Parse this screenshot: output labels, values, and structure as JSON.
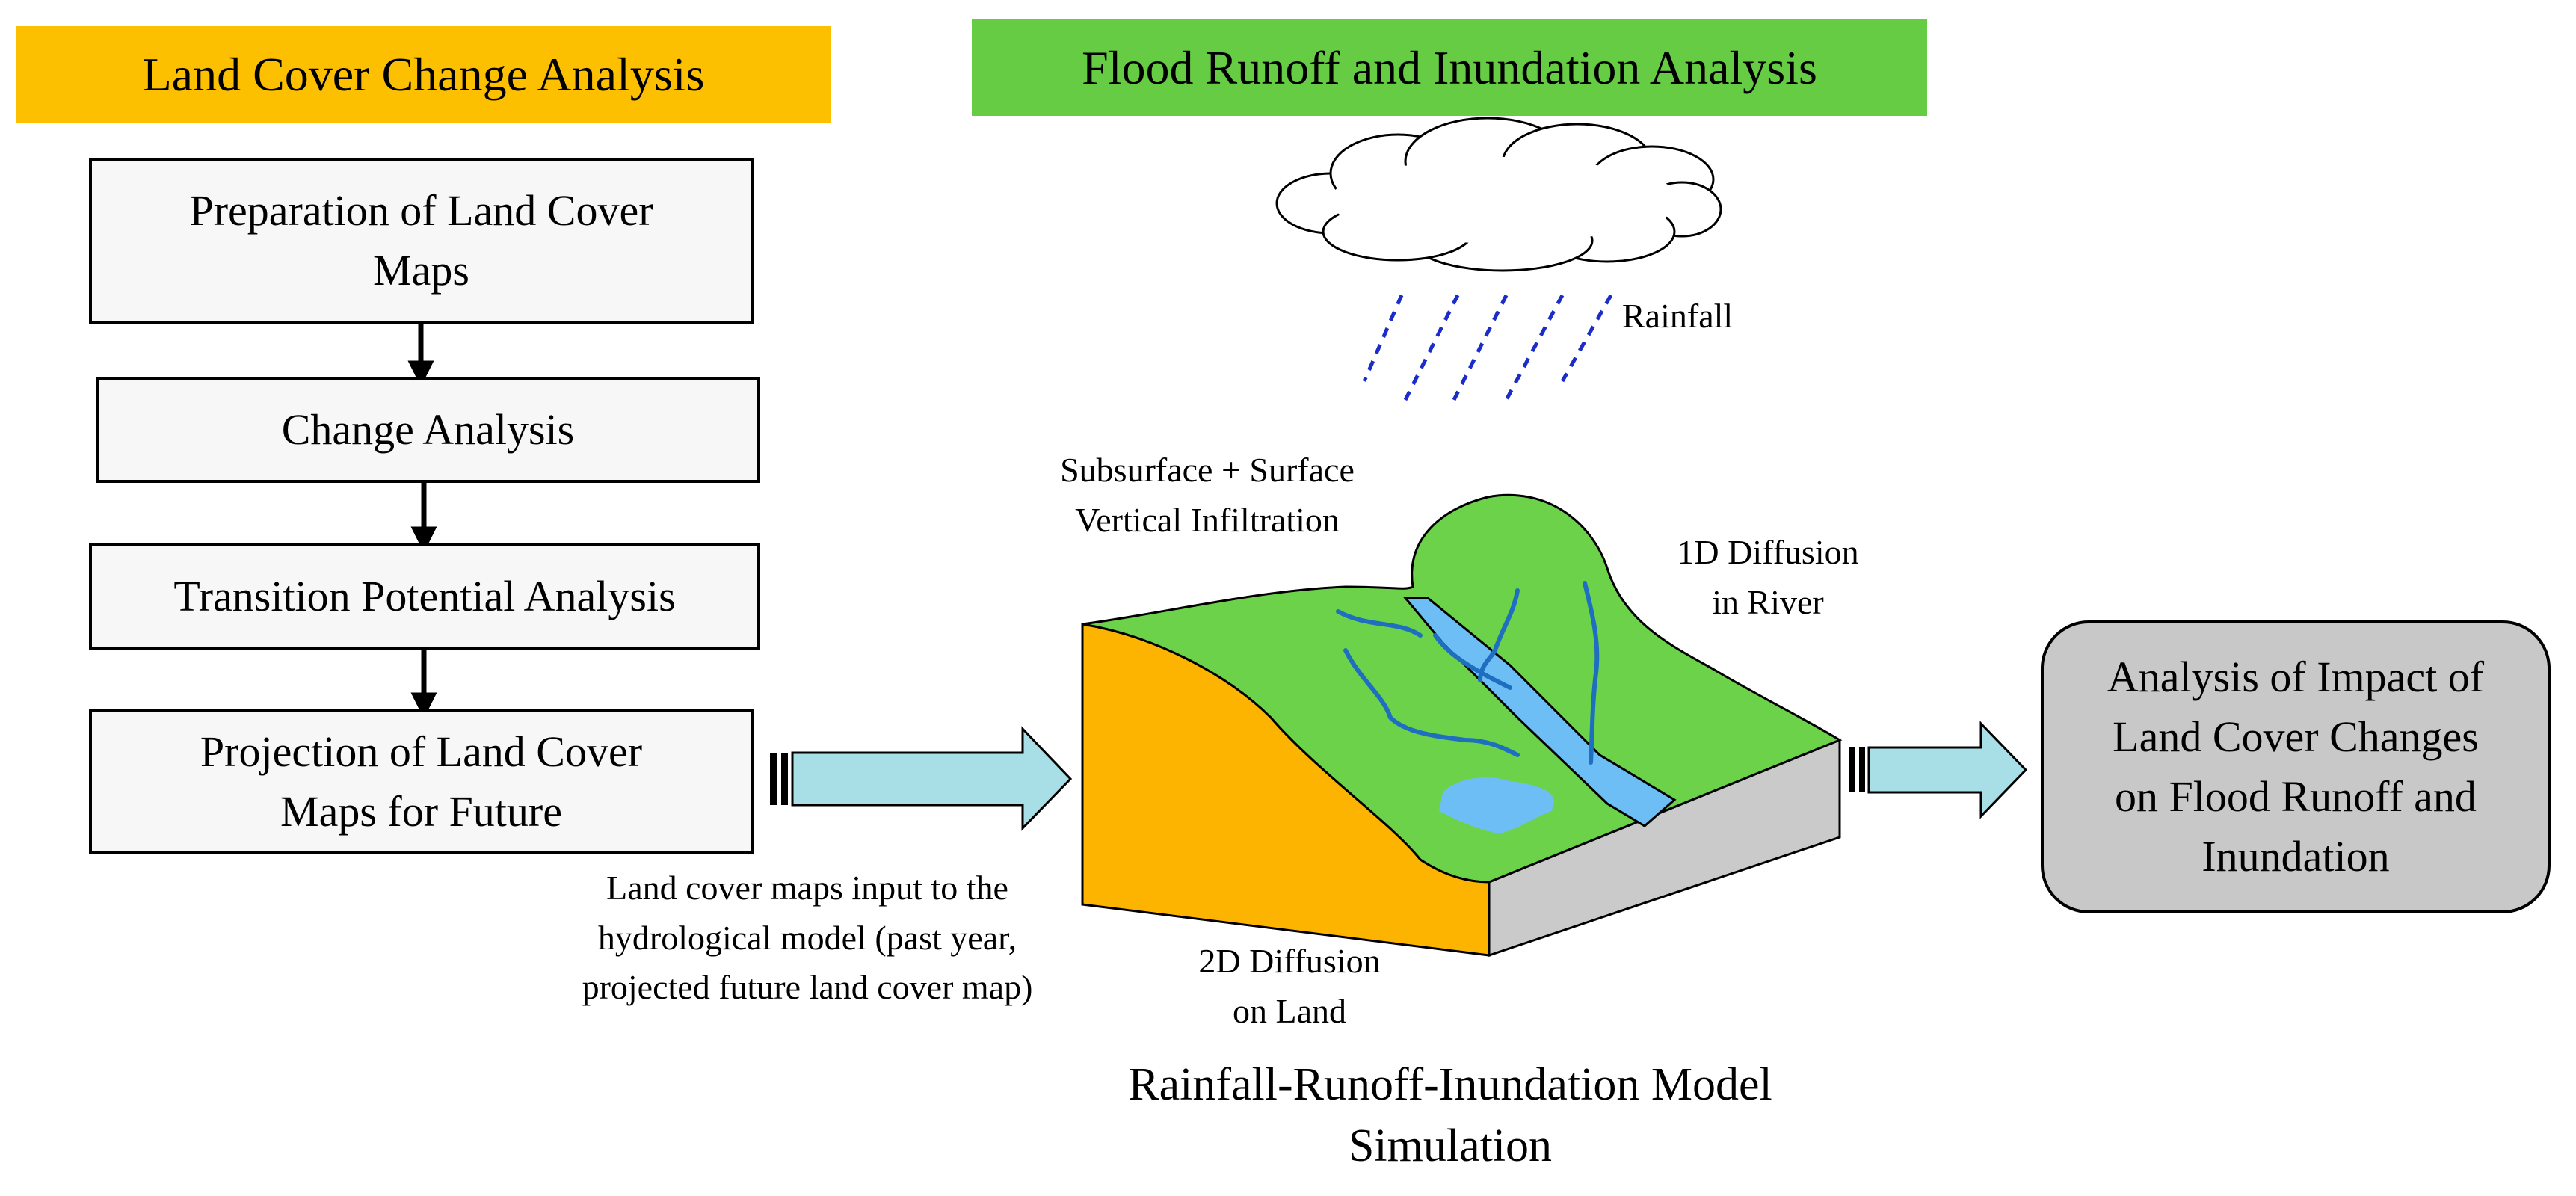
{
  "colors": {
    "land_cover_banner": "#FDC000",
    "flood_banner": "#66CC44",
    "step_box_fill": "#F7F7F7",
    "result_box_fill": "#C8C8C8",
    "arrow_fill": "#A8DEE6",
    "terrain_top": "#6CD24A",
    "terrain_front": "#FDB400",
    "terrain_side": "#CACACA",
    "water": "#6CBEF5",
    "river_line": "#1F6FC0",
    "rain": "#1B2CC8"
  },
  "land_cover_analysis": {
    "title": "Land Cover Change Analysis",
    "steps": [
      {
        "line1": "Preparation of Land Cover",
        "line2": "Maps"
      },
      {
        "line1": "Change Analysis",
        "line2": ""
      },
      {
        "line1": "Transition Potential Analysis",
        "line2": ""
      },
      {
        "line1": "Projection of Land Cover",
        "line2": "Maps for Future"
      }
    ]
  },
  "flood_analysis": {
    "title": "Flood Runoff and Inundation Analysis",
    "rainfall_label": "Rainfall",
    "infiltration_label": {
      "line1": "Subsurface + Surface",
      "line2": "Vertical Infiltration"
    },
    "river_label": {
      "line1": "1D Diffusion",
      "line2": "in River"
    },
    "land_label": {
      "line1": "2D Diffusion",
      "line2": "on Land"
    },
    "model_title": {
      "line1": "Rainfall-Runoff-Inundation Model",
      "line2": "Simulation"
    }
  },
  "input_note": {
    "line1": "Land cover maps input to the",
    "line2": "hydrological model (past year,",
    "line3": "projected future land cover map)"
  },
  "result": {
    "line1": "Analysis of Impact of",
    "line2": "Land Cover Changes",
    "line3": "on Flood Runoff and",
    "line4": "Inundation"
  },
  "icons": [
    "cloud-icon",
    "rain-icon",
    "terrain-block-illustration",
    "block-arrow-icon"
  ]
}
